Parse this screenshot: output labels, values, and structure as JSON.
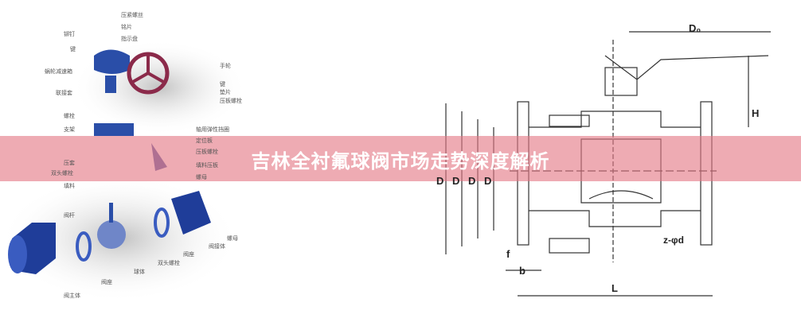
{
  "title": "吉林全衬氟球阀市场走势深度解析",
  "exploded_view": {
    "labels": [
      "压紧螺丝",
      "铭片",
      "指示盘",
      "铆钉",
      "键",
      "蜗轮减速箱",
      "手轮",
      "键",
      "垫片",
      "压板螺栓",
      "联接套",
      "螺栓",
      "支架",
      "轴用弹性挡圈",
      "定位板",
      "压板螺栓",
      "填料压板",
      "压套",
      "双头螺栓",
      "螺母",
      "填料",
      "阀杆",
      "阀座",
      "球体",
      "双头螺栓",
      "阀座",
      "阀接体",
      "螺母",
      "阀主体"
    ]
  },
  "section_drawing": {
    "dimensions": [
      "D₀",
      "H",
      "D",
      "D",
      "D",
      "D",
      "f",
      "b",
      "L",
      "z-φd"
    ]
  },
  "colors": {
    "banner": "#e4788466",
    "part_blue": "#2a4ea8",
    "handwheel": "#8b2a4a"
  }
}
